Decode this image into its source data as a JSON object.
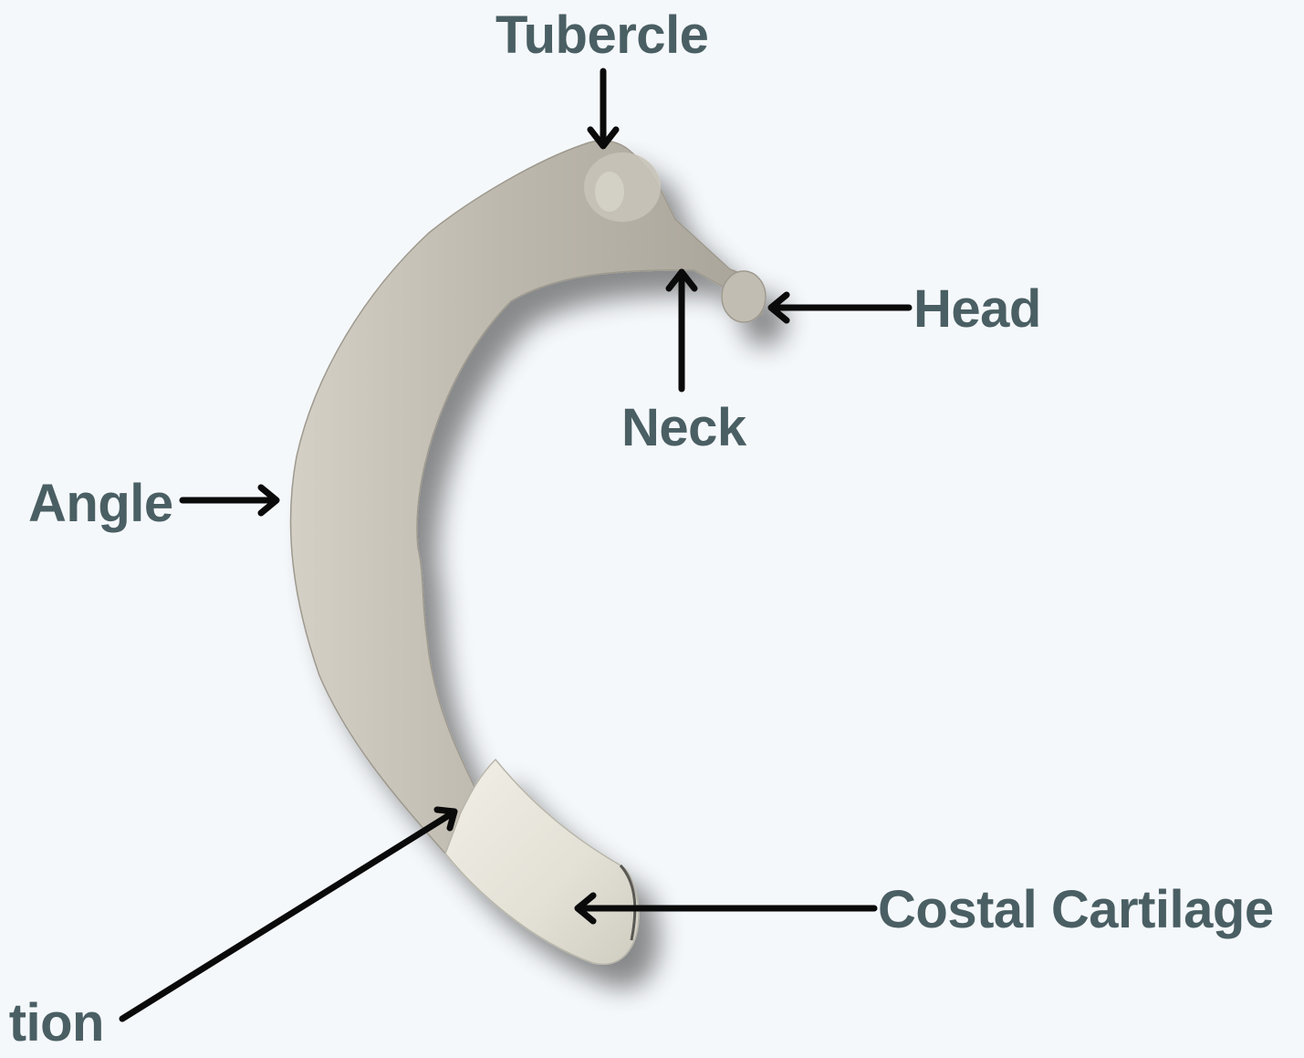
{
  "labels": {
    "tubercle": "Tubercle",
    "head": "Head",
    "neck": "Neck",
    "angle": "Angle",
    "costal_cartilage": "Costal Cartilage",
    "junction_partial": "tion"
  },
  "colors": {
    "background": "#f5f8fb",
    "label_text": "#4a5f63",
    "arrow": "#0a0a0a",
    "bone": "#bdb8ad",
    "cartilage": "#e6e4da"
  }
}
